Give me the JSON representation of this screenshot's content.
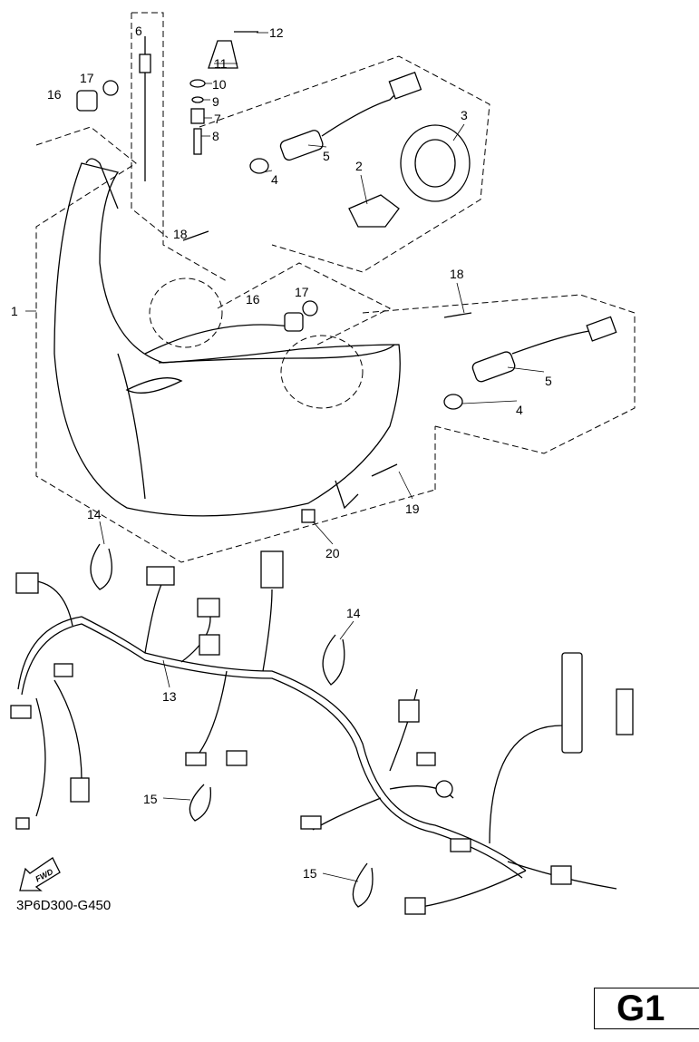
{
  "callouts": [
    "1",
    "2",
    "3",
    "4",
    "4",
    "5",
    "5",
    "6",
    "7",
    "8",
    "9",
    "10",
    "11",
    "12",
    "13",
    "14",
    "14",
    "15",
    "15",
    "16",
    "16",
    "17",
    "17",
    "18",
    "18",
    "19",
    "20"
  ],
  "fwd_label": "FWD",
  "diagram_code": "3P6D300-G450",
  "page_id": "G1"
}
